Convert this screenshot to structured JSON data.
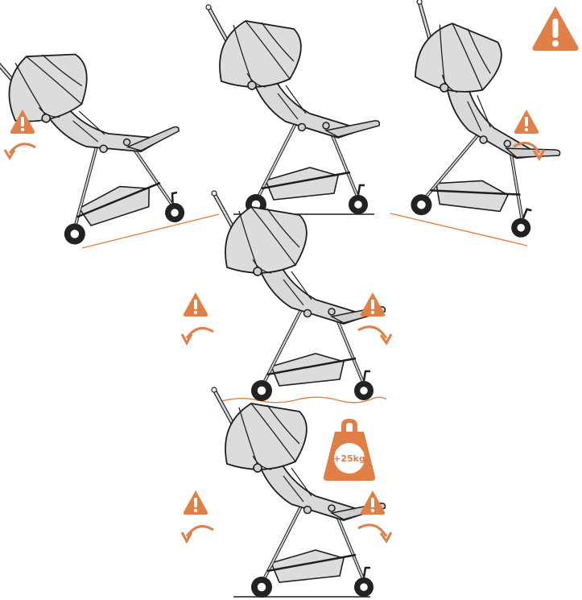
{
  "colors": {
    "warning": "#e07f47",
    "outline": "#1f1f1f",
    "fabric": "#dcdcdc",
    "fabric_dark": "#c6c6c6",
    "wheel": "#222222",
    "white": "#ffffff"
  },
  "scenes": [
    {
      "name": "scene-downhill-slope",
      "ground": "slope-down",
      "warnings": [
        "left"
      ]
    },
    {
      "name": "scene-flat-ground",
      "ground": "flat",
      "warnings": []
    },
    {
      "name": "scene-uphill-slope",
      "ground": "slope-up",
      "warnings": [
        "right"
      ]
    },
    {
      "name": "scene-uneven-ground",
      "ground": "uneven",
      "warnings": [
        "left",
        "right"
      ]
    },
    {
      "name": "scene-overload",
      "ground": "flat",
      "warnings": [
        "left",
        "right"
      ],
      "weight": true
    }
  ],
  "top_right_icon": "warning-triangle-large-icon",
  "weight_label": "+25kg"
}
